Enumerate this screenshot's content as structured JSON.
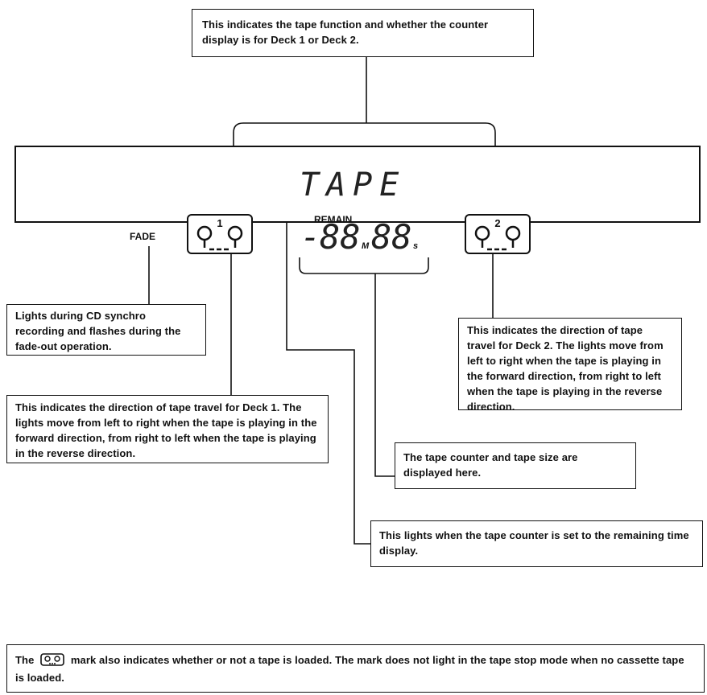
{
  "callouts": {
    "top": "This indicates the tape function and whether the counter display is for Deck 1 or Deck 2.",
    "fade": "Lights during CD synchro recording and flashes during the fade-out operation.",
    "deck1": "This indicates the direction of tape travel for Deck 1. The lights move from left to right when the tape is playing in the forward direction, from right to left when the tape is playing in the reverse direction.",
    "deck2": "This indicates the direction of tape travel for Deck 2. The lights move from left to right when the tape is playing in the forward direction, from right to left when the tape is playing in the reverse direction.",
    "counter": "The tape counter and tape size are displayed here.",
    "remain": "This lights when the tape counter is set to the remaining time display."
  },
  "display": {
    "function_text": "TAPE",
    "remain_label": "REMAIN",
    "fade_label": "FADE",
    "counter_minus": "-",
    "counter_minutes": "88",
    "counter_seconds": "88",
    "minutes_unit": "M",
    "seconds_unit": "s",
    "deck1_number": "1",
    "deck2_number": "2"
  },
  "note": {
    "prefix": "The",
    "suffix": "mark also indicates whether or not a tape is loaded. The mark does not light in the tape stop mode when no cassette tape is loaded."
  }
}
